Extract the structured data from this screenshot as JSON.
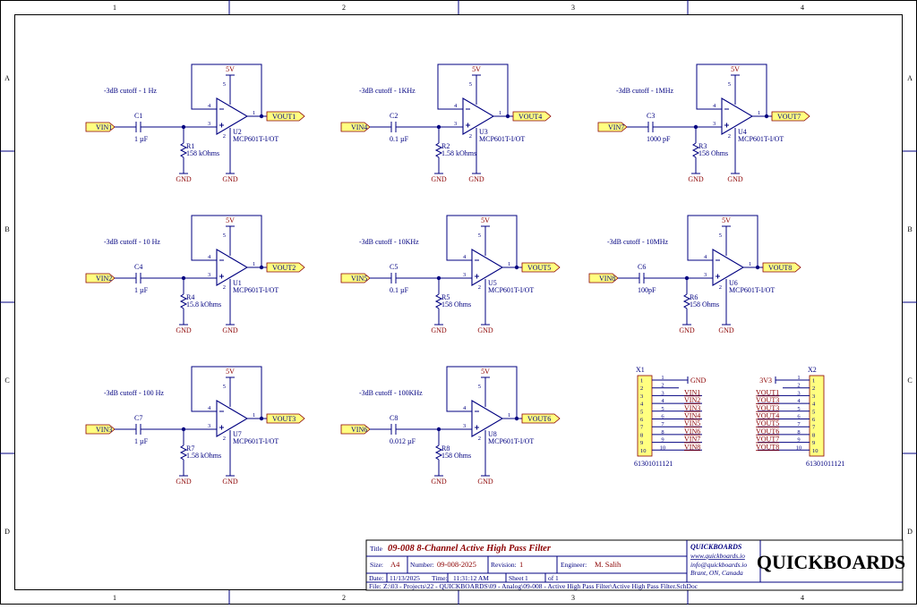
{
  "frame": {
    "cols": [
      "1",
      "2",
      "3",
      "4"
    ],
    "rows": [
      "A",
      "B",
      "C",
      "D"
    ]
  },
  "filters": [
    {
      "cutoff": "-3dB cutoff - 1 Hz",
      "vin": "VIN1",
      "cap_ref": "C1",
      "cap_val": "1 µF",
      "res_ref": "R1",
      "res_val": "158 kOhms",
      "u_ref": "U2",
      "part": "MCP601T-I/OT",
      "vout": "VOUT1"
    },
    {
      "cutoff": "-3dB cutoff - 1KHz",
      "vin": "VIN4",
      "cap_ref": "C2",
      "cap_val": "0.1 µF",
      "res_ref": "R2",
      "res_val": "1.58 kOhms",
      "u_ref": "U3",
      "part": "MCP601T-I/OT",
      "vout": "VOUT4"
    },
    {
      "cutoff": "-3dB cutoff - 1MHz",
      "vin": "VIN7",
      "cap_ref": "C3",
      "cap_val": "1000 pF",
      "res_ref": "R3",
      "res_val": "158 Ohms",
      "u_ref": "U4",
      "part": "MCP601T-I/OT",
      "vout": "VOUT7"
    },
    {
      "cutoff": "-3dB cutoff - 10 Hz",
      "vin": "VIN2",
      "cap_ref": "C4",
      "cap_val": "1 µF",
      "res_ref": "R4",
      "res_val": "15.8 kOhms",
      "u_ref": "U1",
      "part": "MCP601T-I/OT",
      "vout": "VOUT2"
    },
    {
      "cutoff": "-3dB cutoff - 10KHz",
      "vin": "VIN5",
      "cap_ref": "C5",
      "cap_val": "0.1 µF",
      "res_ref": "R5",
      "res_val": "158 Ohms",
      "u_ref": "U5",
      "part": "MCP601T-I/OT",
      "vout": "VOUT5"
    },
    {
      "cutoff": "-3dB cutoff - 10MHz",
      "vin": "VIN8",
      "cap_ref": "C6",
      "cap_val": "100pF",
      "res_ref": "R6",
      "res_val": "158 Ohms",
      "u_ref": "U6",
      "part": "MCP601T-I/OT",
      "vout": "VOUT8"
    },
    {
      "cutoff": "-3dB cutoff - 100 Hz",
      "vin": "VIN3",
      "cap_ref": "C7",
      "cap_val": "1 µF",
      "res_ref": "R7",
      "res_val": "1.58 kOhms",
      "u_ref": "U7",
      "part": "MCP601T-I/OT",
      "vout": "VOUT3"
    },
    {
      "cutoff": "-3dB cutoff - 100KHz",
      "vin": "VIN6",
      "cap_ref": "C8",
      "cap_val": "0.012 µF",
      "res_ref": "R8",
      "res_val": "158 Ohms",
      "u_ref": "U8",
      "part": "MCP601T-I/OT",
      "vout": "VOUT6"
    }
  ],
  "power": {
    "vcc": "5V",
    "gnd": "GND",
    "v33": "3V3"
  },
  "pins": {
    "in_neg": "4",
    "in_pos": "3",
    "out": "1",
    "vdd": "5",
    "vss": "2"
  },
  "connectors": [
    {
      "ref": "X1",
      "part": "61301011121",
      "side": "right",
      "nets": [
        "GND",
        "",
        "VIN1",
        "VIN2",
        "VIN3",
        "VIN4",
        "VIN5",
        "VIN6",
        "VIN7",
        "VIN8"
      ]
    },
    {
      "ref": "X2",
      "part": "61301011121",
      "side": "left",
      "nets": [
        "3V3",
        "",
        "VOUT1",
        "VOUT3",
        "VOUT3",
        "VOUT4",
        "VOUT5",
        "VOUT6",
        "VOUT7",
        "VOUT8"
      ]
    }
  ],
  "connector_pins": [
    "1",
    "2",
    "3",
    "4",
    "5",
    "6",
    "7",
    "8",
    "9",
    "10"
  ],
  "title_block": {
    "title_label": "Title",
    "title": "09-008 8-Channel Active High Pass Filter",
    "size_label": "Size:",
    "size": "A4",
    "number_label": "Number:",
    "number": "09-008-2025",
    "revision_label": "Revision:",
    "revision": "1",
    "engineer_label": "Engineer:",
    "engineer": "M. Salih",
    "date_label": "Date:",
    "date": "11/13/2025",
    "time_label": "Time:",
    "time": "11:31:12 AM",
    "sheet_label": "Sheet",
    "sheet": "1",
    "of_label": "of",
    "of": "1",
    "file_label": "File:",
    "file": "Z:\\03 - Projects\\22 - QUICKBOARDS\\09 - Analog\\09-008 - Active High Pass Filter\\Active High Pass Filter.SchDoc",
    "company": "QUICKBOARDS",
    "website": "www.quickboards.io",
    "email": "info@quickboards.io",
    "location": "Brant, ON, Canada",
    "logo": "QUICKBOARDS"
  },
  "colors": {
    "wire": "#000080",
    "label": "#8b0000",
    "port_fill": "#ffff80",
    "frame": "#000000"
  }
}
